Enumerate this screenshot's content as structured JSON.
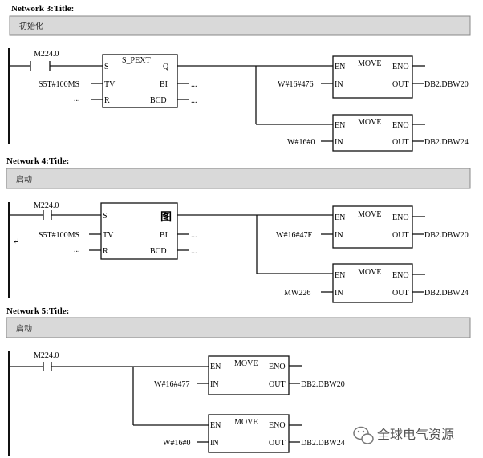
{
  "networks": [
    {
      "title": "Network 3:Title:",
      "comment": "初始化",
      "contact_label": "M224.0",
      "timer": {
        "name": "S_PEXT",
        "pin_s": "S",
        "pin_tv": "TV",
        "pin_r": "R",
        "pin_q": "Q",
        "pin_bi": "BI",
        "pin_bcd": "BCD",
        "tv_value": "S5T#100MS",
        "r_value": "...",
        "bi_value": "...",
        "bcd_value": "..."
      },
      "moves": [
        {
          "name": "MOVE",
          "en": "EN",
          "eno": "ENO",
          "in_pin": "IN",
          "out_pin": "OUT",
          "in_value": "W#16#476",
          "out_value": "DB2.DBW20"
        },
        {
          "name": "MOVE",
          "en": "EN",
          "eno": "ENO",
          "in_pin": "IN",
          "out_pin": "OUT",
          "in_value": "W#16#0",
          "out_value": "DB2.DBW24"
        }
      ]
    },
    {
      "title": "Network 4:Title:",
      "comment": "启动",
      "contact_label": "M224.0",
      "timer": {
        "name": "图",
        "pin_s": "S",
        "pin_tv": "TV",
        "pin_r": "R",
        "pin_bi": "BI",
        "pin_bcd": "BCD",
        "tv_value": "S5T#100MS",
        "r_value": "...",
        "bi_value": "...",
        "bcd_value": "..."
      },
      "moves": [
        {
          "name": "MOVE",
          "en": "EN",
          "eno": "ENO",
          "in_pin": "IN",
          "out_pin": "OUT",
          "in_value": "W#16#47F",
          "out_value": "DB2.DBW20"
        },
        {
          "name": "MOVE",
          "en": "EN",
          "eno": "ENO",
          "in_pin": "IN",
          "out_pin": "OUT",
          "in_value": "MW226",
          "out_value": "DB2.DBW24"
        }
      ]
    },
    {
      "title": "Network 5:Title:",
      "comment": "启动",
      "contact_label": "M224.0",
      "moves": [
        {
          "name": "MOVE",
          "en": "EN",
          "eno": "ENO",
          "in_pin": "IN",
          "out_pin": "OUT",
          "in_value": "W#16#477",
          "out_value": "DB2.DBW20"
        },
        {
          "name": "MOVE",
          "en": "EN",
          "eno": "ENO",
          "in_pin": "IN",
          "out_pin": "OUT",
          "in_value": "W#16#0",
          "out_value": "DB2.DBW24"
        }
      ]
    }
  ],
  "watermark": {
    "text": "全球电气资源",
    "icon": "wechat-icon"
  }
}
